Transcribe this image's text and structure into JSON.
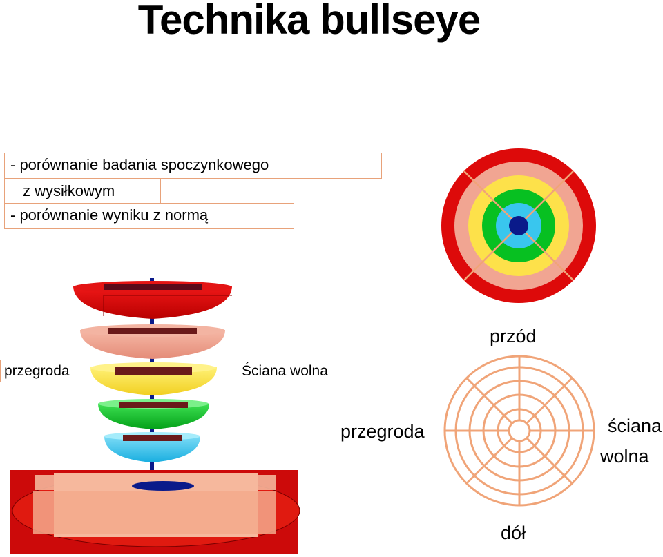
{
  "title": "Technika bullseye",
  "bullets": [
    "- porównanie badania spoczynkowego",
    "z wysiłkowym",
    "- porównanie wyniku z normą"
  ],
  "stack_labels": {
    "left": "przegroda",
    "right": "Ściana wolna"
  },
  "schema_labels": {
    "top": "przód",
    "left": "przegroda",
    "right_line1": "ściana",
    "right_line2": "wolna",
    "bottom": "dół"
  },
  "colors": {
    "red": "#dd0a0a",
    "salmon": "#f1a592",
    "yellow": "#fde14a",
    "green": "#07c021",
    "cyan": "#39c6ee",
    "navy": "#0a1a8a",
    "outline": "#f0a478"
  }
}
